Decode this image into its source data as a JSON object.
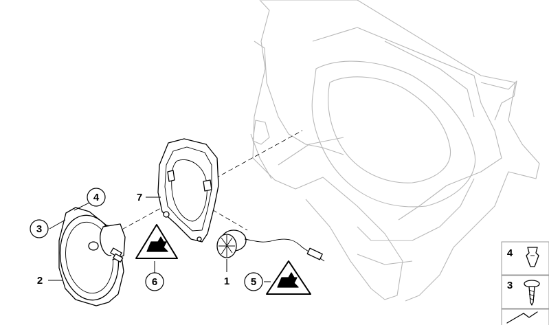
{
  "callouts": {
    "c1": "1",
    "c2": "2",
    "c3": "3",
    "c4": "4",
    "c5": "5",
    "c6": "6",
    "c7": "7"
  },
  "legend": {
    "item_4": "4",
    "item_3": "3"
  },
  "colors": {
    "outline": "#000000",
    "ghost_outline": "#b8b8b8",
    "background": "#ffffff"
  }
}
